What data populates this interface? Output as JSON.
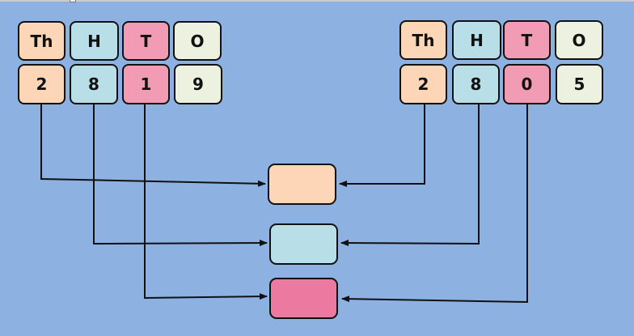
{
  "diagram": {
    "type": "place-value-addition",
    "left_number": {
      "headers": [
        "Th",
        "H",
        "T",
        "O"
      ],
      "digits": [
        "2",
        "8",
        "1",
        "9"
      ]
    },
    "right_number": {
      "headers": [
        "Th",
        "H",
        "T",
        "O"
      ],
      "digits": [
        "2",
        "8",
        "0",
        "5"
      ]
    },
    "result_boxes": [
      {
        "place": "thousands",
        "value": "",
        "color": "#fcd6b6"
      },
      {
        "place": "hundreds",
        "value": "",
        "color": "#b8dee8"
      },
      {
        "place": "tens",
        "value": "",
        "color": "#ec7aa0"
      }
    ],
    "connections": [
      {
        "from": "left-thousands",
        "to": "result-thousands"
      },
      {
        "from": "left-hundreds",
        "to": "result-hundreds"
      },
      {
        "from": "left-tens",
        "to": "result-tens"
      },
      {
        "from": "right-thousands",
        "to": "result-thousands"
      },
      {
        "from": "right-hundreds",
        "to": "result-hundreds"
      },
      {
        "from": "right-tens",
        "to": "result-tens"
      }
    ],
    "colors": {
      "background": "#8db2e2",
      "thousands": "#fcd6b6",
      "hundreds": "#b8dee8",
      "tens": "#f29bb5",
      "ones": "#edf1e0"
    }
  }
}
